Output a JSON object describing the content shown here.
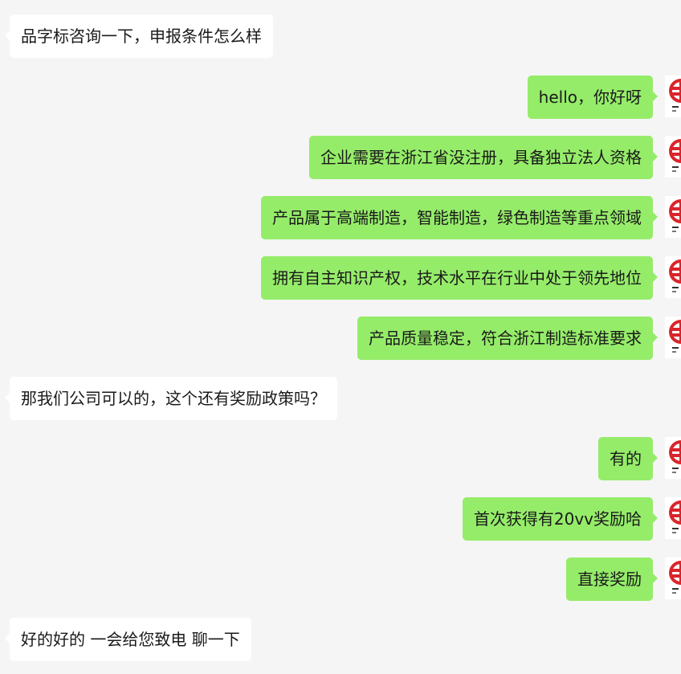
{
  "colors": {
    "background": "#f5f5f5",
    "incoming_bubble": "#ffffff",
    "outgoing_bubble": "#95ec69",
    "avatar_logo": "#d9252b"
  },
  "messages": [
    {
      "side": "left",
      "text": "品字标咨询一下，申报条件怎么样"
    },
    {
      "side": "right",
      "text": "hello，你好呀",
      "avatar": "logo-avatar"
    },
    {
      "side": "right",
      "text": "企业需要在浙江省没注册，具备独立法人资格",
      "avatar": "logo-avatar"
    },
    {
      "side": "right",
      "text": "产品属于高端制造，智能制造，绿色制造等重点领域",
      "avatar": "logo-avatar"
    },
    {
      "side": "right",
      "text": "拥有自主知识产权，技术水平在行业中处于领先地位",
      "avatar": "logo-avatar"
    },
    {
      "side": "right",
      "text": "产品质量稳定，符合浙江制造标准要求",
      "avatar": "logo-avatar"
    },
    {
      "side": "left",
      "text": "那我们公司可以的，这个还有奖励政策吗？"
    },
    {
      "side": "right",
      "text": "有的",
      "avatar": "logo-avatar"
    },
    {
      "side": "right",
      "text": "首次获得有20vv奖励哈",
      "avatar": "logo-avatar"
    },
    {
      "side": "right",
      "text": "直接奖励",
      "avatar": "logo-avatar"
    },
    {
      "side": "left",
      "text": "好的好的 一会给您致电 聊一下"
    }
  ]
}
